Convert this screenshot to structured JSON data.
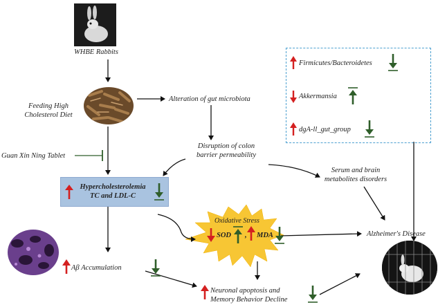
{
  "labels": {
    "whbe_rabbits": "WHBE Rabbits",
    "feeding_line1": "Feeding High",
    "feeding_line2": "Cholesterol Diet",
    "alteration": "Alteration of gut microbiota",
    "guan_xin": "Guan Xin Ning Tablet",
    "disruption_line1": "Disruption of colon",
    "disruption_line2": "barrier permeability",
    "serum_line1": "Serum and brain",
    "serum_line2": "metabolites disorders",
    "hyper_line1": "Hypercholesterolemia",
    "hyper_line2": "TC and LDL-C",
    "oxidative": "Oxidative Stress",
    "sod": "SOD",
    "comma": ",",
    "mda": "MDA",
    "alzheimers": "Alzheimer's Disease",
    "abeta": "Aβ Accumulation",
    "neuronal_line1": "Neuronal apoptosis and",
    "neuronal_line2": "Memory Behavior Decline"
  },
  "microbiota": [
    {
      "name": "Firmicutes/Bacteroidetes",
      "change": "up",
      "treatment": "down"
    },
    {
      "name": "Akkermansia",
      "change": "down",
      "treatment": "up"
    },
    {
      "name": "dgA-ll_gut_group",
      "change": "up",
      "treatment": "down"
    }
  ],
  "colors": {
    "increase_arrow": "#d42020",
    "treatment_arrow": "#2f5e2a",
    "hyper_box": "#a9c3e0",
    "burst": "#f7c634",
    "dashed_border": "#4a9fd0"
  }
}
